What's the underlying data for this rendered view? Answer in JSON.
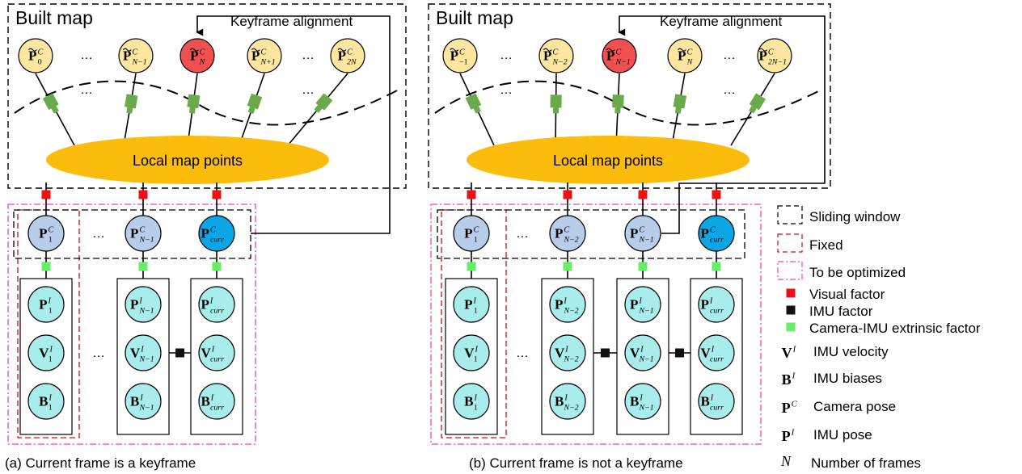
{
  "panel_a": {
    "built_map_title": "Built map",
    "keyframe_alignment": "Keyframe alignment",
    "local_map_points": "Local map points",
    "caption": "(a) Current frame is a keyframe",
    "map_keyframes": [
      {
        "base": "P",
        "tilde": true,
        "sup": "C",
        "sub": "0",
        "color": "yellow"
      },
      {
        "ellipsis": true
      },
      {
        "base": "P",
        "tilde": true,
        "sup": "C",
        "sub": "N−1",
        "color": "yellow"
      },
      {
        "base": "P",
        "tilde": true,
        "sup": "C",
        "sub": "N",
        "color": "red"
      },
      {
        "base": "P",
        "tilde": true,
        "sup": "C",
        "sub": "N+1",
        "color": "yellow"
      },
      {
        "ellipsis": true
      },
      {
        "base": "P",
        "tilde": true,
        "sup": "C",
        "sub": "2N",
        "color": "yellow"
      }
    ],
    "window_columns": [
      {
        "pose": {
          "base": "P",
          "sup": "C",
          "sub": "1"
        },
        "states": [
          {
            "base": "P",
            "sup": "I",
            "sub": "1"
          },
          {
            "base": "V",
            "sup": "I",
            "sub": "1"
          },
          {
            "base": "B",
            "sup": "I",
            "sub": "1"
          }
        ]
      },
      {
        "pose": {
          "base": "P",
          "sup": "C",
          "sub": "N−1"
        },
        "states": [
          {
            "base": "P",
            "sup": "I",
            "sub": "N−1"
          },
          {
            "base": "V",
            "sup": "I",
            "sub": "N−1"
          },
          {
            "base": "B",
            "sup": "I",
            "sub": "N−1"
          }
        ]
      },
      {
        "pose": {
          "base": "P",
          "sup": "C",
          "sub": "curr"
        },
        "states": [
          {
            "base": "P",
            "sup": "I",
            "sub": "curr"
          },
          {
            "base": "V",
            "sup": "I",
            "sub": "curr"
          },
          {
            "base": "B",
            "sup": "I",
            "sub": "curr"
          }
        ]
      }
    ],
    "ellipsis": "…"
  },
  "panel_b": {
    "built_map_title": "Built map",
    "keyframe_alignment": "Keyframe alignment",
    "local_map_points": "Local map points",
    "caption": "(b) Current frame is not a keyframe",
    "map_keyframes": [
      {
        "base": "P",
        "tilde": true,
        "sup": "C",
        "sub": "−1",
        "color": "yellow"
      },
      {
        "ellipsis": true
      },
      {
        "base": "P",
        "tilde": true,
        "sup": "C",
        "sub": "N−2",
        "color": "yellow"
      },
      {
        "base": "P",
        "tilde": true,
        "sup": "C",
        "sub": "N−1",
        "color": "red"
      },
      {
        "base": "P",
        "tilde": true,
        "sup": "C",
        "sub": "N",
        "color": "yellow"
      },
      {
        "ellipsis": true
      },
      {
        "base": "P",
        "tilde": true,
        "sup": "C",
        "sub": "2N−1",
        "color": "yellow"
      }
    ],
    "window_columns": [
      {
        "pose": {
          "base": "P",
          "sup": "C",
          "sub": "1"
        },
        "states": [
          {
            "base": "P",
            "sup": "I",
            "sub": "1"
          },
          {
            "base": "V",
            "sup": "I",
            "sub": "1"
          },
          {
            "base": "B",
            "sup": "I",
            "sub": "1"
          }
        ]
      },
      {
        "pose": {
          "base": "P",
          "sup": "C",
          "sub": "N−2"
        },
        "states": [
          {
            "base": "P",
            "sup": "I",
            "sub": "N−2"
          },
          {
            "base": "V",
            "sup": "I",
            "sub": "N−2"
          },
          {
            "base": "B",
            "sup": "I",
            "sub": "N−2"
          }
        ]
      },
      {
        "pose": {
          "base": "P",
          "sup": "C",
          "sub": "N−1"
        },
        "states": [
          {
            "base": "P",
            "sup": "I",
            "sub": "N−1"
          },
          {
            "base": "V",
            "sup": "I",
            "sub": "N−1"
          },
          {
            "base": "B",
            "sup": "I",
            "sub": "N−1"
          }
        ]
      },
      {
        "pose": {
          "base": "P",
          "sup": "C",
          "sub": "curr"
        },
        "states": [
          {
            "base": "P",
            "sup": "I",
            "sub": "curr"
          },
          {
            "base": "V",
            "sup": "I",
            "sub": "curr"
          },
          {
            "base": "B",
            "sup": "I",
            "sub": "curr"
          }
        ]
      }
    ],
    "ellipsis": "…"
  },
  "legend": {
    "sliding_window": "Sliding window",
    "fixed": "Fixed",
    "to_be_optimized": "To be optimized",
    "visual_factor": "Visual factor",
    "imu_factor": "IMU factor",
    "extrinsic_factor": "Camera-IMU extrinsic factor",
    "imu_velocity": "IMU velocity",
    "imu_biases": "IMU biases",
    "camera_pose": "Camera pose",
    "imu_pose": "IMU pose",
    "number_of_frames": "Number of frames",
    "sym_velocity": {
      "base": "V",
      "sup": "I"
    },
    "sym_biases": {
      "base": "B",
      "sup": "I"
    },
    "sym_camera_pose": {
      "base": "P",
      "sup": "C"
    },
    "sym_imu_pose": {
      "base": "P",
      "sup": "I"
    },
    "sym_frames": "N"
  },
  "colors": {
    "map_node_yellow": "#fde6a0",
    "map_node_red": "#f05050",
    "pose_node_blue": "#b8cdea",
    "current_node_blue": "#0aa6e6",
    "imu_node_cyan": "#a8ecec",
    "ellipse_orange": "#fbbc0c",
    "camera_green": "#6aaa4a",
    "visual_factor_red": "#ee1111",
    "imu_factor_black": "#111111",
    "extrinsic_factor_green": "#66ee66",
    "fixed_dash_red": "#cc1111",
    "optimize_dash_magenta": "#ee44bb"
  }
}
